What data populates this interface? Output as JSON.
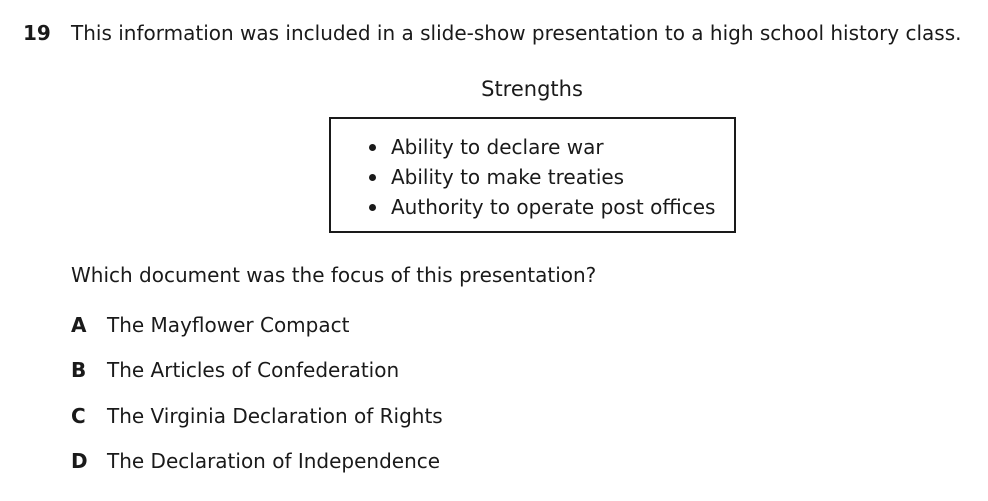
{
  "question": {
    "number": "19",
    "stem": "This information was included in a slide-show presentation to a high school history class."
  },
  "box": {
    "title": "Strengths",
    "items": [
      "Ability to declare war",
      "Ability to make treaties",
      "Authority to operate post offices"
    ]
  },
  "prompt": "Which document was the focus of this presentation?",
  "options": [
    {
      "letter": "A",
      "text": "The Mayflower Compact"
    },
    {
      "letter": "B",
      "text": "The Articles of Confederation"
    },
    {
      "letter": "C",
      "text": "The Virginia Declaration of Rights"
    },
    {
      "letter": "D",
      "text": "The Declaration of Independence"
    }
  ]
}
